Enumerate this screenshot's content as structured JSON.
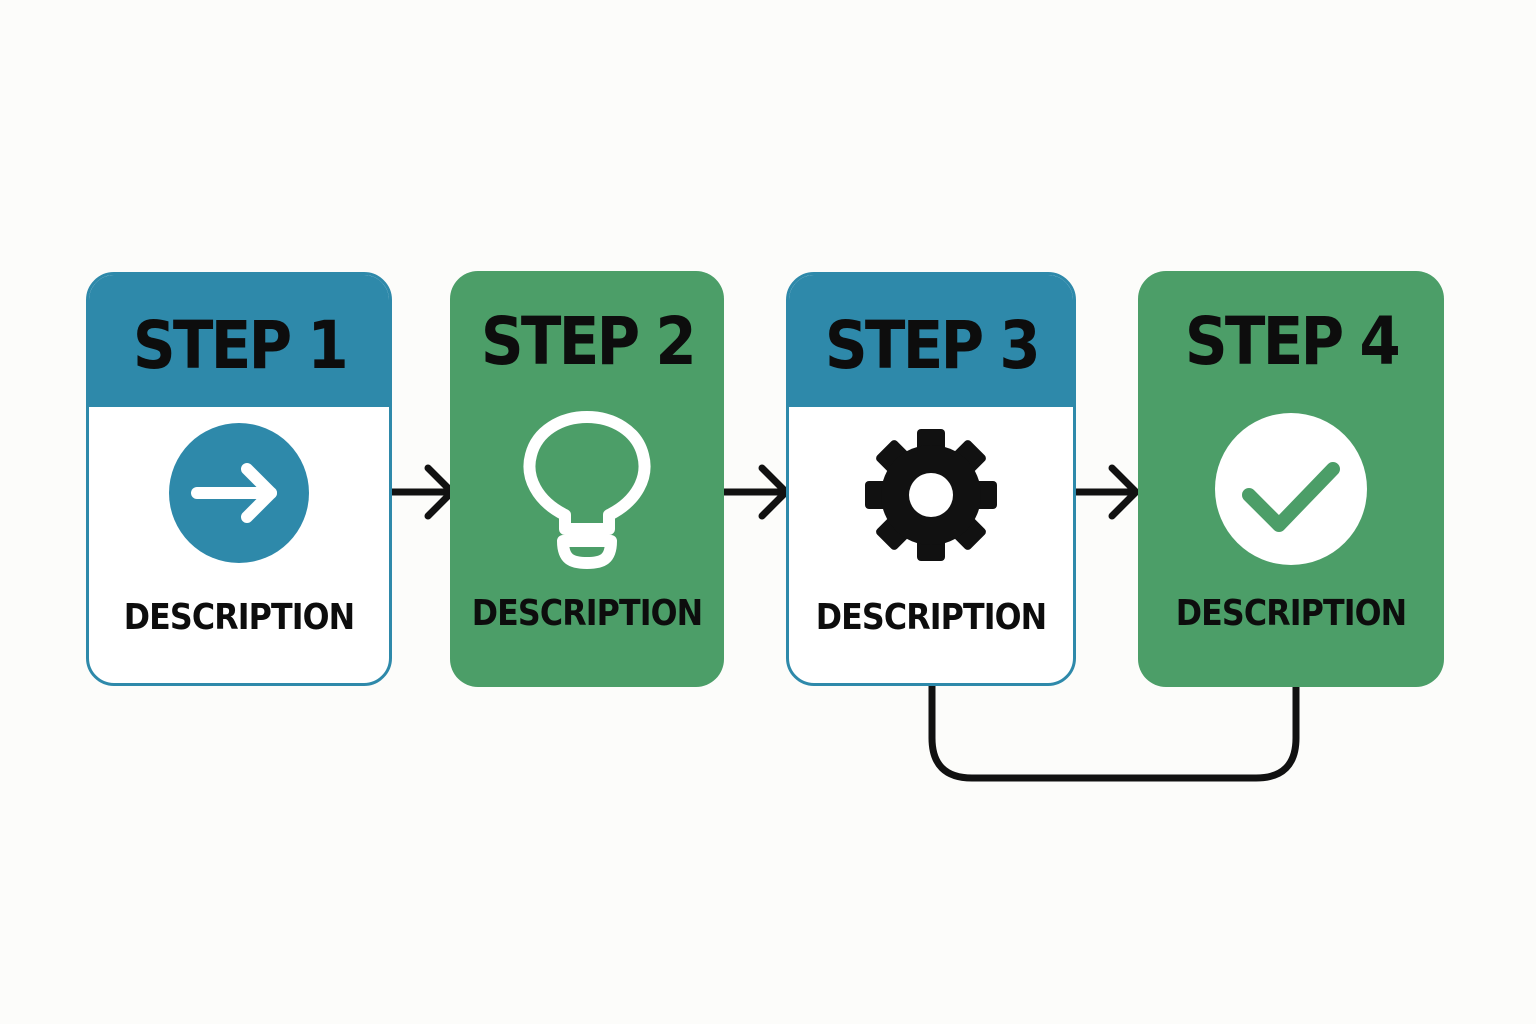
{
  "colors": {
    "background": "#fcfcfa",
    "blue": "#2e89aa",
    "green": "#4c9e68",
    "text": "#0d0d0d",
    "connector": "#111111"
  },
  "steps": [
    {
      "title": "STEP 1",
      "description": "DESCRIPTION",
      "icon": "arrow-right-circle-icon",
      "theme": "blue"
    },
    {
      "title": "STEP 2",
      "description": "DESCRIPTION",
      "icon": "lightbulb-icon",
      "theme": "green"
    },
    {
      "title": "STEP 3",
      "description": "DESCRIPTION",
      "icon": "gear-icon",
      "theme": "blue"
    },
    {
      "title": "STEP 4",
      "description": "DESCRIPTION",
      "icon": "checkmark-circle-icon",
      "theme": "green"
    }
  ],
  "connections": [
    {
      "from": "STEP 1",
      "to": "STEP 2",
      "kind": "arrow"
    },
    {
      "from": "STEP 2",
      "to": "STEP 3",
      "kind": "arrow"
    },
    {
      "from": "STEP 3",
      "to": "STEP 4",
      "kind": "arrow"
    },
    {
      "from": "STEP 3",
      "to": "STEP 4",
      "kind": "loop-line"
    }
  ]
}
